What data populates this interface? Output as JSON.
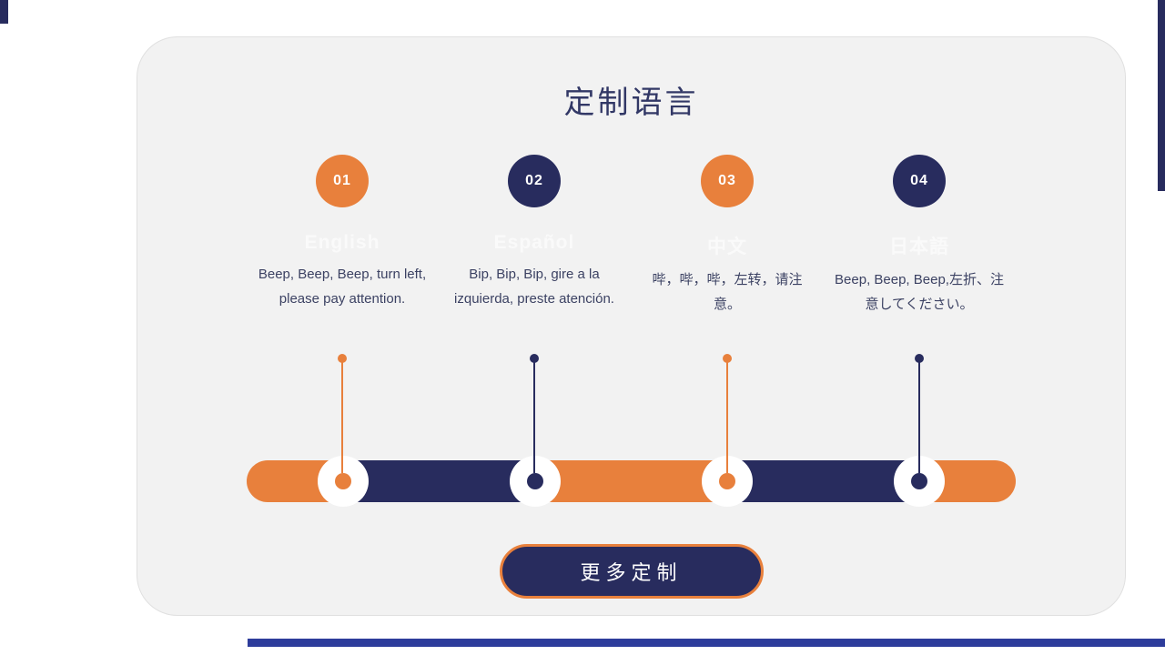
{
  "page": {
    "title": "定制语言",
    "colors": {
      "orange": "#E8803C",
      "navy": "#282C5E",
      "card_background": "#F2F2F2",
      "ghost_heading": "#FAFAFA",
      "body_text": "#3C4263",
      "title_text": "#323866",
      "bottom_strip_blue": "#2D3C9B"
    }
  },
  "steps": [
    {
      "number": "01",
      "color": "#E8803C",
      "language": "English",
      "description": "Beep, Beep, Beep, turn left, please pay attention."
    },
    {
      "number": "02",
      "color": "#282C5E",
      "language": "Español",
      "description": "Bip, Bip, Bip, gire a la izquierda, preste atención."
    },
    {
      "number": "03",
      "color": "#E8803C",
      "language": "中文",
      "description": "哔，哔，哔，左转，请注意。"
    },
    {
      "number": "04",
      "color": "#282C5E",
      "language": "日本語",
      "description": "Beep, Beep, Beep,左折、注意してください。"
    }
  ],
  "timeline": {
    "segment_colors": [
      "#E8803C",
      "#282C5E",
      "#E8803C",
      "#282C5E",
      "#E8803C"
    ]
  },
  "button": {
    "label": "更多定制"
  }
}
